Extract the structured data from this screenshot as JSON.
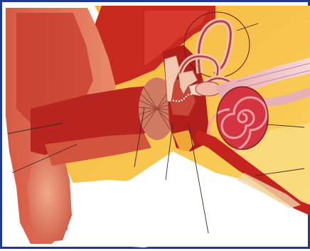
{
  "diagram": {
    "labels": [],
    "parts": [
      "outer-ear-pinna",
      "ear-canal",
      "tympanic-membrane",
      "ossicles",
      "semicircular-canals",
      "cochlea",
      "auditory-nerve",
      "eustachian-tube",
      "skull-bone"
    ]
  },
  "colors": {
    "frame": "#1d3c8c",
    "tissue_dark": "#b21e1c",
    "tissue_mid": "#d9402c",
    "skin": "#e47a5c",
    "bone": "#f0a634",
    "bone_light": "#f8cc58",
    "cochlea": "#c42a38",
    "pointer_line": "#3a2a20"
  }
}
